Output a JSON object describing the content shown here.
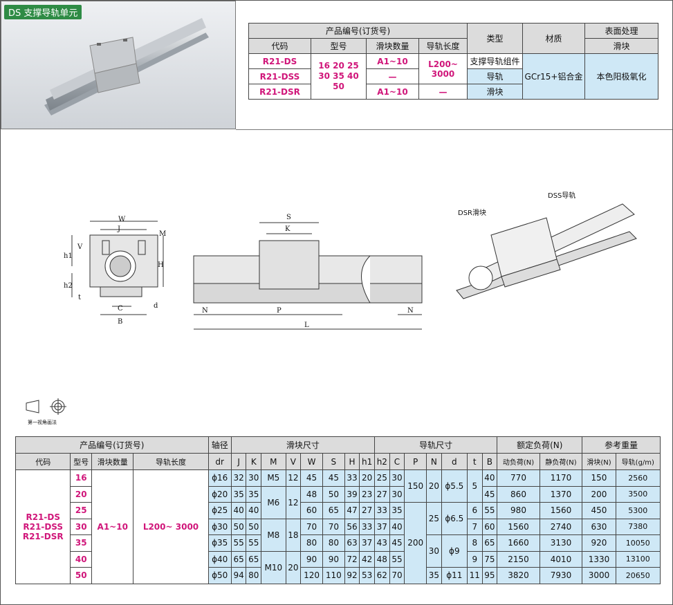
{
  "badge": "DS 支撑导轨单元",
  "top_table": {
    "h_order": "产品编号(订货号)",
    "h_type": "类型",
    "h_mat": "材质",
    "h_surface": "表面处理",
    "h_code": "代码",
    "h_model": "型号",
    "h_qty": "滑块数量",
    "h_len": "导轨长度",
    "h_slider": "滑块",
    "codes": [
      "R21-DS",
      "R21-DSS",
      "R21-DSR"
    ],
    "models": "16 20 25 30 35 40 50",
    "qty": [
      "A1~10",
      "—",
      "A1~10"
    ],
    "length": "L200~ 3000",
    "length_dash": "—",
    "types": [
      "支撑导轨组件",
      "导轨",
      "滑块"
    ],
    "material": "GCr15+铝合金",
    "surface": "本色阳极氧化"
  },
  "drawing_labels": {
    "W": "W",
    "J": "J",
    "M": "M",
    "V": "V",
    "h1": "h1",
    "H": "H",
    "h2": "h2",
    "t": "t",
    "C": "C",
    "d": "d",
    "B": "B",
    "S": "S",
    "K": "K",
    "N": "N",
    "P": "P",
    "L": "L",
    "dss": "DSS导轨",
    "dsr": "DSR滑块",
    "projection": "第一视角画法"
  },
  "main_table": {
    "h_order": "产品编号(订货号)",
    "h_shaft": "轴径",
    "h_slider_dim": "滑块尺寸",
    "h_rail_dim": "导轨尺寸",
    "h_load": "额定负荷(N)",
    "h_weight": "参考重量",
    "h_code": "代码",
    "h_model": "型号",
    "h_qty": "滑块数量",
    "h_len": "导轨长度",
    "cols": [
      "dr",
      "J",
      "K",
      "M",
      "V",
      "W",
      "S",
      "H",
      "h1",
      "h2",
      "C",
      "P",
      "N",
      "d",
      "t",
      "B",
      "动负荷(N)",
      "静负荷(N)",
      "滑块(N)",
      "导轨(g/m)"
    ],
    "codes": [
      "R21-DS",
      "R21-DSS",
      "R21-DSR"
    ],
    "qty": "A1~10",
    "length": "L200~ 3000",
    "rows": [
      {
        "model": "16",
        "dr": "ϕ16",
        "J": "32",
        "K": "30",
        "W": "45",
        "S": "45",
        "H": "33",
        "h1": "20",
        "h2": "25",
        "C": "30",
        "B": "40",
        "dyn": "770",
        "sta": "1170",
        "ws": "150",
        "wr": "2560"
      },
      {
        "model": "20",
        "dr": "ϕ20",
        "J": "35",
        "K": "35",
        "W": "48",
        "S": "50",
        "H": "39",
        "h1": "23",
        "h2": "27",
        "C": "30",
        "B": "45",
        "dyn": "860",
        "sta": "1370",
        "ws": "200",
        "wr": "3500"
      },
      {
        "model": "25",
        "dr": "ϕ25",
        "J": "40",
        "K": "40",
        "W": "60",
        "S": "65",
        "H": "47",
        "h1": "27",
        "h2": "33",
        "C": "35",
        "B": "55",
        "dyn": "980",
        "sta": "1560",
        "ws": "450",
        "wr": "5300"
      },
      {
        "model": "30",
        "dr": "ϕ30",
        "J": "50",
        "K": "50",
        "W": "70",
        "S": "70",
        "H": "56",
        "h1": "33",
        "h2": "37",
        "C": "40",
        "B": "60",
        "dyn": "1560",
        "sta": "2740",
        "ws": "630",
        "wr": "7380"
      },
      {
        "model": "35",
        "dr": "ϕ35",
        "J": "55",
        "K": "55",
        "W": "80",
        "S": "80",
        "H": "63",
        "h1": "37",
        "h2": "43",
        "C": "45",
        "B": "65",
        "dyn": "1660",
        "sta": "3130",
        "ws": "920",
        "wr": "10050"
      },
      {
        "model": "40",
        "dr": "ϕ40",
        "J": "65",
        "K": "65",
        "W": "90",
        "S": "90",
        "H": "72",
        "h1": "42",
        "h2": "48",
        "C": "55",
        "B": "75",
        "dyn": "2150",
        "sta": "4010",
        "ws": "1330",
        "wr": "13100"
      },
      {
        "model": "50",
        "dr": "ϕ50",
        "J": "94",
        "K": "80",
        "W": "120",
        "S": "110",
        "H": "92",
        "h1": "53",
        "h2": "62",
        "C": "70",
        "B": "95",
        "dyn": "3820",
        "sta": "7930",
        "ws": "3000",
        "wr": "20650"
      }
    ],
    "merged": {
      "M": [
        "M5",
        "M6",
        "M8",
        "M10"
      ],
      "V": [
        "12",
        "12",
        "18",
        "20"
      ],
      "P": [
        "150",
        "200"
      ],
      "N": [
        "20",
        "25",
        "30",
        "35"
      ],
      "d": [
        "ϕ5.5",
        "ϕ6.5",
        "ϕ9",
        "ϕ11"
      ],
      "t": [
        "5",
        "6",
        "7",
        "8",
        "9",
        "11"
      ]
    }
  }
}
